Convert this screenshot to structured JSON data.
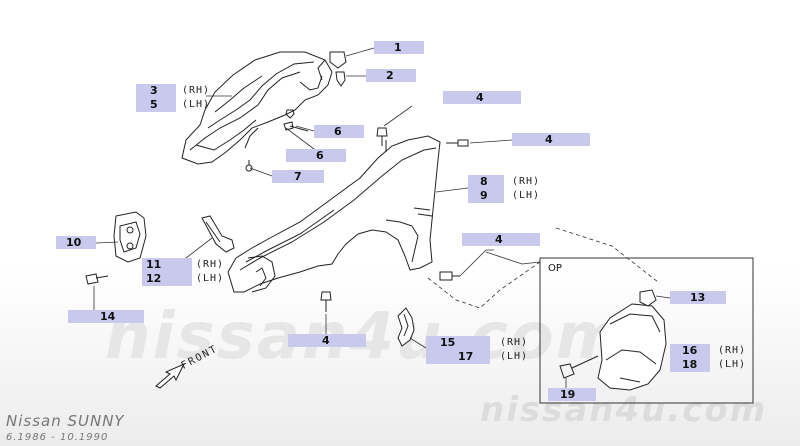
{
  "diagram": {
    "watermark_center": "nissan4u.com",
    "watermark_corner": "nissan4u.com",
    "model": "Nissan SUNNY",
    "dates": "6.1986 - 10.1990",
    "front_label": "FRONT",
    "option_label": "OP",
    "side_labels": {
      "rh": "(RH)",
      "lh": "(LH)"
    },
    "parts": {
      "p1": "1",
      "p2": "2",
      "p3": "3",
      "p5": "5",
      "p4a": "4",
      "p6a": "6",
      "p6b": "6",
      "p4b": "4",
      "p7": "7",
      "p8": "8",
      "p9": "9",
      "p10": "10",
      "p4c": "4",
      "p11": "11",
      "p12": "12",
      "p13": "13",
      "p14": "14",
      "p4d": "4",
      "p15": "15",
      "p17": "17",
      "p16": "16",
      "p18": "18",
      "p19": "19"
    }
  }
}
